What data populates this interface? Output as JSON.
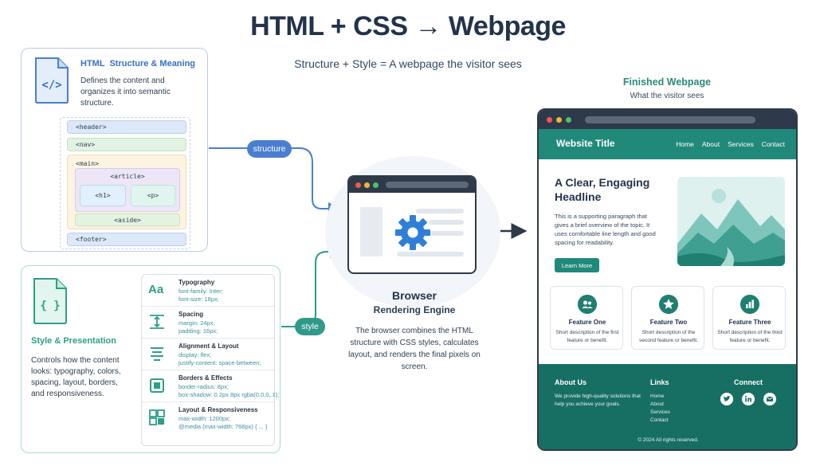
{
  "title": "HTML + CSS → Webpage",
  "subtitle": "Structure + Style = A webpage the visitor sees",
  "html_card": {
    "title": "HTML  Structure & Meaning",
    "desc": "Defines the content and organizes it into semantic structure.",
    "icon": "code-file-icon",
    "tags": {
      "header": "<header>",
      "nav": "<nav>",
      "main": "<main>",
      "article": "<article>",
      "h1": "<h1>",
      "p": "<p>",
      "aside": "<aside>",
      "footer": "<footer>"
    }
  },
  "css_card": {
    "title": "Style & Presentation",
    "desc": "Controls how the content looks: typography, colors, spacing, layout, borders, and responsiveness.",
    "icon": "css-file-icon",
    "props": [
      {
        "name": "Typography",
        "l1": "font-family: Inter;",
        "l2": "font-size: 18px;",
        "icon": "typography-icon",
        "glyph": "Aa"
      },
      {
        "name": "Spacing",
        "l1": "margin: 24px;",
        "l2": "padding: 16px;",
        "icon": "spacing-icon"
      },
      {
        "name": "Alignment & Layout",
        "l1": "display: flex;",
        "l2": "justify-content: space-between;",
        "icon": "alignment-icon"
      },
      {
        "name": "Borders & Effects",
        "l1": "border-radius: 8px;",
        "l2": "box-shadow: 0 2px 8px rgba(0,0,0,.1);",
        "icon": "borders-icon"
      },
      {
        "name": "Layout & Responsiveness",
        "l1": "max-width: 1200px;",
        "l2": "@media (max-width: 768px) { ... }",
        "icon": "responsive-layout-icon"
      }
    ]
  },
  "labels": {
    "structure": "structure",
    "style": "style"
  },
  "browser": {
    "title": "Browser",
    "subtitle": "Rendering Engine",
    "desc": "The browser combines the HTML structure with CSS styles, calculates layout, and renders the final pixels on screen."
  },
  "finished": {
    "title": "Finished Webpage",
    "subtitle": "What the visitor sees",
    "site_title": "Website Title",
    "nav": [
      "Home",
      "About",
      "Services",
      "Contact"
    ],
    "headline": "A Clear, Engaging Headline",
    "paragraph": "This is a supporting paragraph that gives a brief overview of the topic. It uses comfortable line length and good spacing for readability.",
    "button": "Learn More",
    "features": [
      {
        "title": "Feature One",
        "desc": "Short description of the first feature or benefit.",
        "icon": "users-icon"
      },
      {
        "title": "Feature Two",
        "desc": "Short description of the second feature or benefit.",
        "icon": "star-icon"
      },
      {
        "title": "Feature Three",
        "desc": "Short description of the third feature or benefit.",
        "icon": "bar-chart-icon"
      }
    ],
    "footer": {
      "about_title": "About Us",
      "about_text": "We provide high-quality solutions that help you achieve your goals.",
      "links_title": "Links",
      "links": [
        "Home",
        "About",
        "Services",
        "Contact"
      ],
      "connect_title": "Connect",
      "social": [
        "twitter-icon",
        "linkedin-icon",
        "email-icon"
      ],
      "copyright": "© 2024 All rights reserved."
    }
  },
  "colors": {
    "html_accent": "#3a6fc2",
    "css_accent": "#2e9f86",
    "site_teal": "#20897a",
    "dark": "#2e3a4a"
  }
}
